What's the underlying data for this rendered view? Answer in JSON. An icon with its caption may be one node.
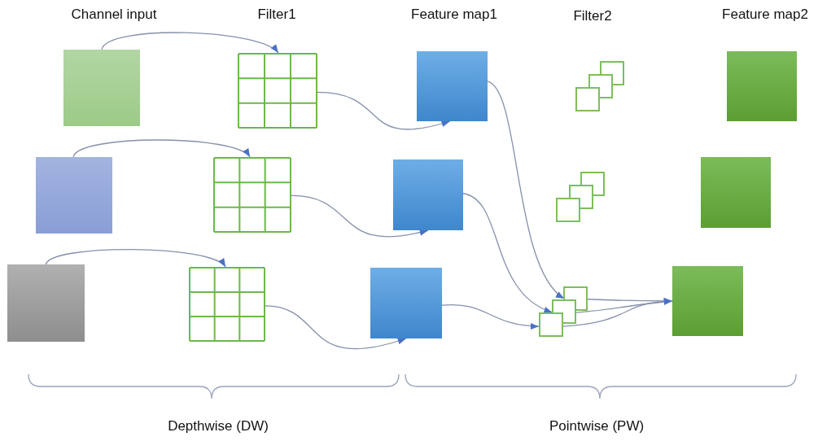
{
  "diagram": {
    "nodes": [
      {
        "text": [],
        "shape": "box"
      },
      {
        "text": [],
        "shape": "box"
      },
      {
        "text": [],
        "shape": "box"
      },
      {
        "text": [],
        "shape": "box"
      },
      {
        "text": [],
        "shape": "box"
      },
      {
        "text": [],
        "shape": "box"
      },
      {
        "text": [],
        "shape": "box"
      },
      {
        "text": [],
        "shape": "box"
      },
      {
        "text": [],
        "shape": "box"
      },
      {
        "text": [],
        "shape": "box"
      },
      {
        "text": [],
        "shape": "box"
      },
      {
        "text": [],
        "shape": "box"
      },
      {
        "text": [],
        "shape": "box"
      },
      {
        "text": [],
        "shape": "box"
      },
      {
        "text": [],
        "shape": "box"
      }
    ],
    "edges": [
      {
        "from": 0,
        "to": 1,
        "arrow": "to"
      },
      {
        "from": 1,
        "to": 2,
        "arrow": "to"
      },
      {
        "from": 5,
        "to": 6,
        "arrow": "to"
      },
      {
        "from": 6,
        "to": 7,
        "arrow": "to"
      },
      {
        "from": 10,
        "to": 11,
        "arrow": "to"
      },
      {
        "from": 11,
        "to": 12,
        "arrow": "to"
      },
      {
        "from": 2,
        "to": 13,
        "arrow": "to"
      },
      {
        "from": 7,
        "to": 13,
        "arrow": "to"
      },
      {
        "from": 12,
        "to": 13,
        "arrow": "to"
      },
      {
        "from": 13,
        "to": 14,
        "arrow": "to"
      },
      {
        "from": 13,
        "to": 14,
        "arrow": "to"
      },
      {
        "from": 13,
        "to": 14,
        "arrow": "to"
      }
    ],
    "labels": [
      "Channel input",
      "Filter1",
      "Feature map1",
      "Filter2",
      "Feature map2",
      "Depthwise (DW)",
      "Pointwise (PW)"
    ]
  }
}
